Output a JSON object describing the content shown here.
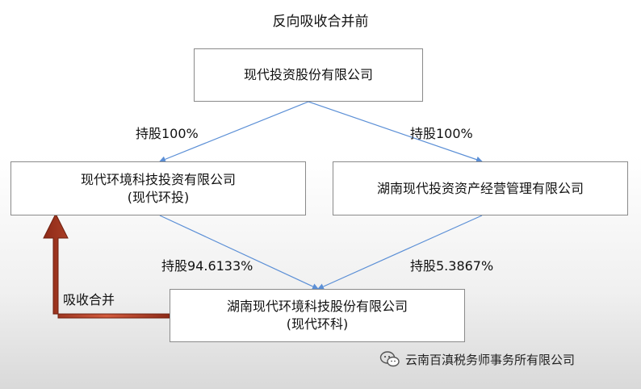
{
  "title": "反向吸收合并前",
  "nodes": {
    "top": {
      "name": "现代投资股份有限公司"
    },
    "left": {
      "name": "现代环境科技投资有限公司",
      "abbr": "(现代环投)"
    },
    "right": {
      "name": "湖南现代投资资产经营管理有限公司"
    },
    "bottom": {
      "name": "湖南现代环境科技股份有限公司",
      "abbr": "(现代环科)"
    }
  },
  "edges": {
    "top_left": "持股100%",
    "top_right": "持股100%",
    "left_bottom": "持股94.6133%",
    "right_bottom": "持股5.3867%",
    "merge": "吸收合并"
  },
  "colors": {
    "connector": "#5b8fd6",
    "merge_arrow": "#c0472a"
  },
  "watermark": "云南百滇税务师事务所有限公司"
}
